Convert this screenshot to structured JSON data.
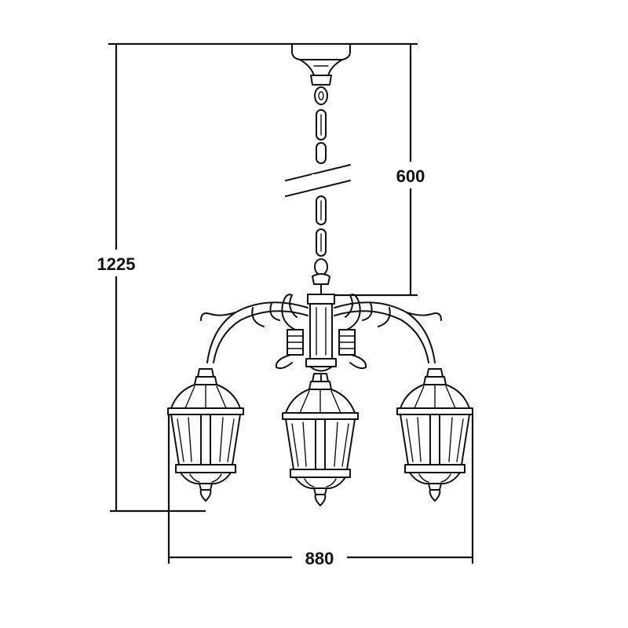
{
  "dimensions": {
    "total_height": "1225",
    "chain_length": "600",
    "total_width": "880"
  },
  "product": {
    "lamp_count": 3
  }
}
